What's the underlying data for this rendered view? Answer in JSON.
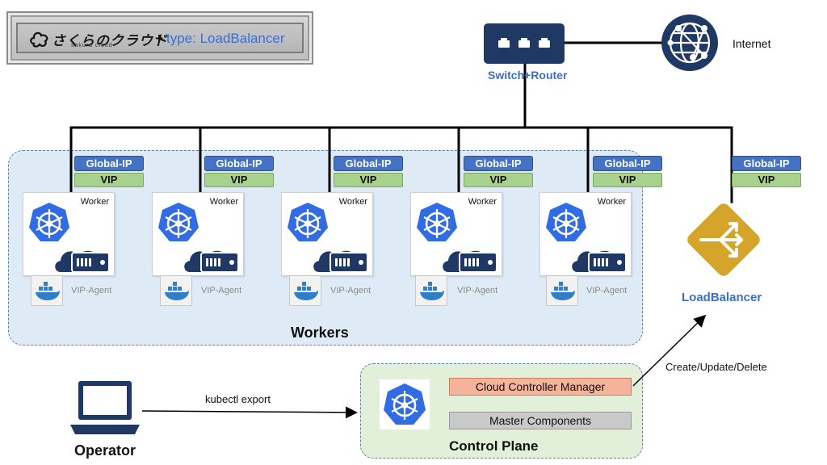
{
  "title": {
    "brand_text": "さくらのクラウド",
    "brand_sub": "sakura cloud",
    "plus": "+",
    "text": "type: LoadBalancer"
  },
  "network": {
    "switch_label": "Switch+Router",
    "internet_label": "Internet"
  },
  "tags": {
    "global_ip": "Global-IP",
    "vip": "VIP"
  },
  "workers": [
    {
      "label": "Worker",
      "agent": "VIP-Agent"
    },
    {
      "label": "Worker",
      "agent": "VIP-Agent"
    },
    {
      "label": "Worker",
      "agent": "VIP-Agent"
    },
    {
      "label": "Worker",
      "agent": "VIP-Agent"
    },
    {
      "label": "Worker",
      "agent": "VIP-Agent"
    }
  ],
  "workers_label": "Workers",
  "load_balancer": {
    "label": "LoadBalancer",
    "global_ip": "Global-IP",
    "vip": "VIP"
  },
  "control_plane": {
    "label": "Control Plane",
    "ccm": "Cloud Controller Manager",
    "master": "Master Components"
  },
  "operator": {
    "label": "Operator",
    "command": "kubectl export"
  },
  "edge_labels": {
    "create_update_delete": "Create/Update/Delete"
  },
  "colors": {
    "navy": "#1f3864",
    "k8s_blue": "#326ce5",
    "global_ip": "#4472c4",
    "vip": "#a9d18e",
    "lb_gold": "#d4a52a",
    "ccm": "#f4b39a"
  }
}
